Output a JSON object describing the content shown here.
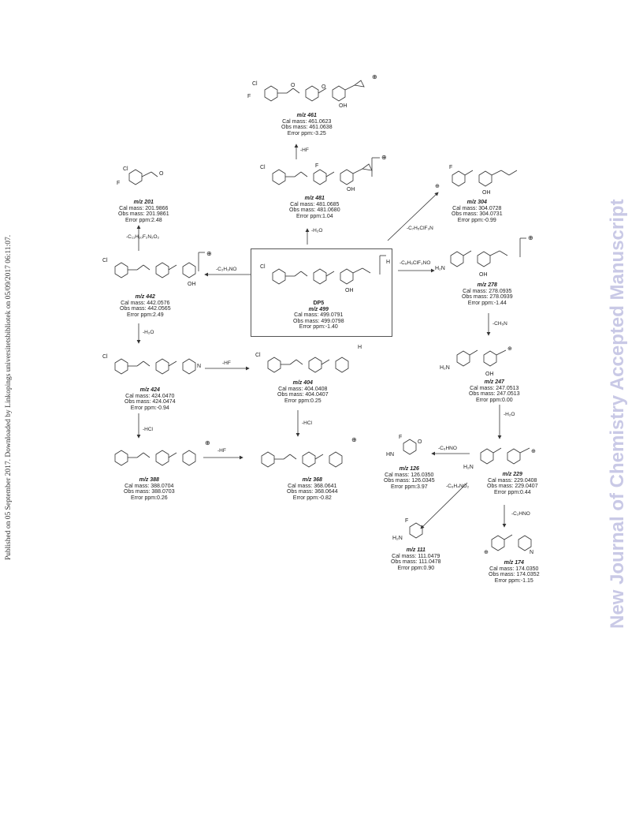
{
  "sidebar": {
    "left_notice": "Published on 05 September 2017. Downloaded by Linkopings universitetsbibliotek on 05/09/2017 06:11:07.",
    "right_watermark": "New Journal of Chemistry Accepted Manuscript"
  },
  "parent": {
    "name": "DP5",
    "mz": "m/z 499",
    "cal": "Cal mass: 499.0791",
    "obs": "Obs mass: 499.0798",
    "err": "Error ppm:-1.40"
  },
  "fragments": [
    {
      "id": "461",
      "mz": "m/z 461",
      "cal": "Cal mass: 461.0623",
      "obs": "Obs mass: 461.0638",
      "err": "Error ppm:-3.25"
    },
    {
      "id": "481",
      "mz": "m/z 481",
      "cal": "Cal mass: 481.0685",
      "obs": "Obs mass: 481.0680",
      "err": "Error ppm:1.04"
    },
    {
      "id": "201",
      "mz": "m/z 201",
      "cal": "Cal mass: 201.9866",
      "obs": "Obs mass: 201.9861",
      "err": "Error ppm:2.48"
    },
    {
      "id": "304",
      "mz": "m/z 304",
      "cal": "Cal mass: 304.0728",
      "obs": "Obs mass: 304.0731",
      "err": "Error ppm:-0.99"
    },
    {
      "id": "442",
      "mz": "m/z 442",
      "cal": "Cal mass: 442.0576",
      "obs": "Obs mass: 442.0565",
      "err": "Error ppm:2.49"
    },
    {
      "id": "278",
      "mz": "m/z 278",
      "cal": "Cal mass: 278.0935",
      "obs": "Obs mass: 278.0939",
      "err": "Error ppm:-1.44"
    },
    {
      "id": "424",
      "mz": "m/z 424",
      "cal": "Cal mass: 424.0470",
      "obs": "Obs mass: 424.0474",
      "err": "Error ppm:-0.94"
    },
    {
      "id": "404",
      "mz": "m/z 404",
      "cal": "Cal mass: 404.0408",
      "obs": "Obs mass: 404.0407",
      "err": "Error ppm:0.25"
    },
    {
      "id": "247",
      "mz": "m/z 247",
      "cal": "Cal mass: 247.0513",
      "obs": "Obs mass: 247.0513",
      "err": "Error ppm:0.00"
    },
    {
      "id": "388",
      "mz": "m/z 388",
      "cal": "Cal mass: 388.0704",
      "obs": "Obs mass: 388.0703",
      "err": "Error ppm:0.26"
    },
    {
      "id": "368",
      "mz": "m/z 368",
      "cal": "Cal mass: 368.0641",
      "obs": "Obs mass: 368.0644",
      "err": "Error ppm:-0.82"
    },
    {
      "id": "126",
      "mz": "m/z 126",
      "cal": "Cal mass: 126.0350",
      "obs": "Obs mass: 126.0345",
      "err": "Error ppm:3.97"
    },
    {
      "id": "229",
      "mz": "m/z 229",
      "cal": "Cal mass: 229.0408",
      "obs": "Obs mass: 229.0407",
      "err": "Error ppm:0.44"
    },
    {
      "id": "111",
      "mz": "m/z 111",
      "cal": "Cal mass: 111.0479",
      "obs": "Obs mass: 111.0478",
      "err": "Error ppm:0.90"
    },
    {
      "id": "174",
      "mz": "m/z 174",
      "cal": "Cal mass: 174.0350",
      "obs": "Obs mass: 174.0352",
      "err": "Error ppm:-1.15"
    }
  ],
  "losses": {
    "hf_top": "-HF",
    "h2o_top": "-H₂O",
    "c11": "-C₁₁H₁₀F₂N₂O₂",
    "c2h3no": "-C₂H₃NO",
    "c7h5clf3n": "-C₇H₅ClF₃N",
    "c8h5clf3no": "-C₈H₅ClF₃NO",
    "h2o_442": "-H₂O",
    "ch5n": "-CH₅N",
    "hf_424": "-HF",
    "hcl_424": "-HCl",
    "hcl_404": "-HCl",
    "h2o_247": "-H₂O",
    "hf_388": "-HF",
    "c6hno": "-C₆HNO",
    "c6h4no2": "-C₆H₄NO₂",
    "c2hno": "-C₂HNO"
  },
  "atoms": {
    "Cl": "Cl",
    "F": "F",
    "N": "N",
    "O": "O",
    "H": "H",
    "OH": "OH",
    "H2N": "H₂N",
    "HN": "HN",
    "plus": "⊕",
    "cation": "⊕"
  }
}
